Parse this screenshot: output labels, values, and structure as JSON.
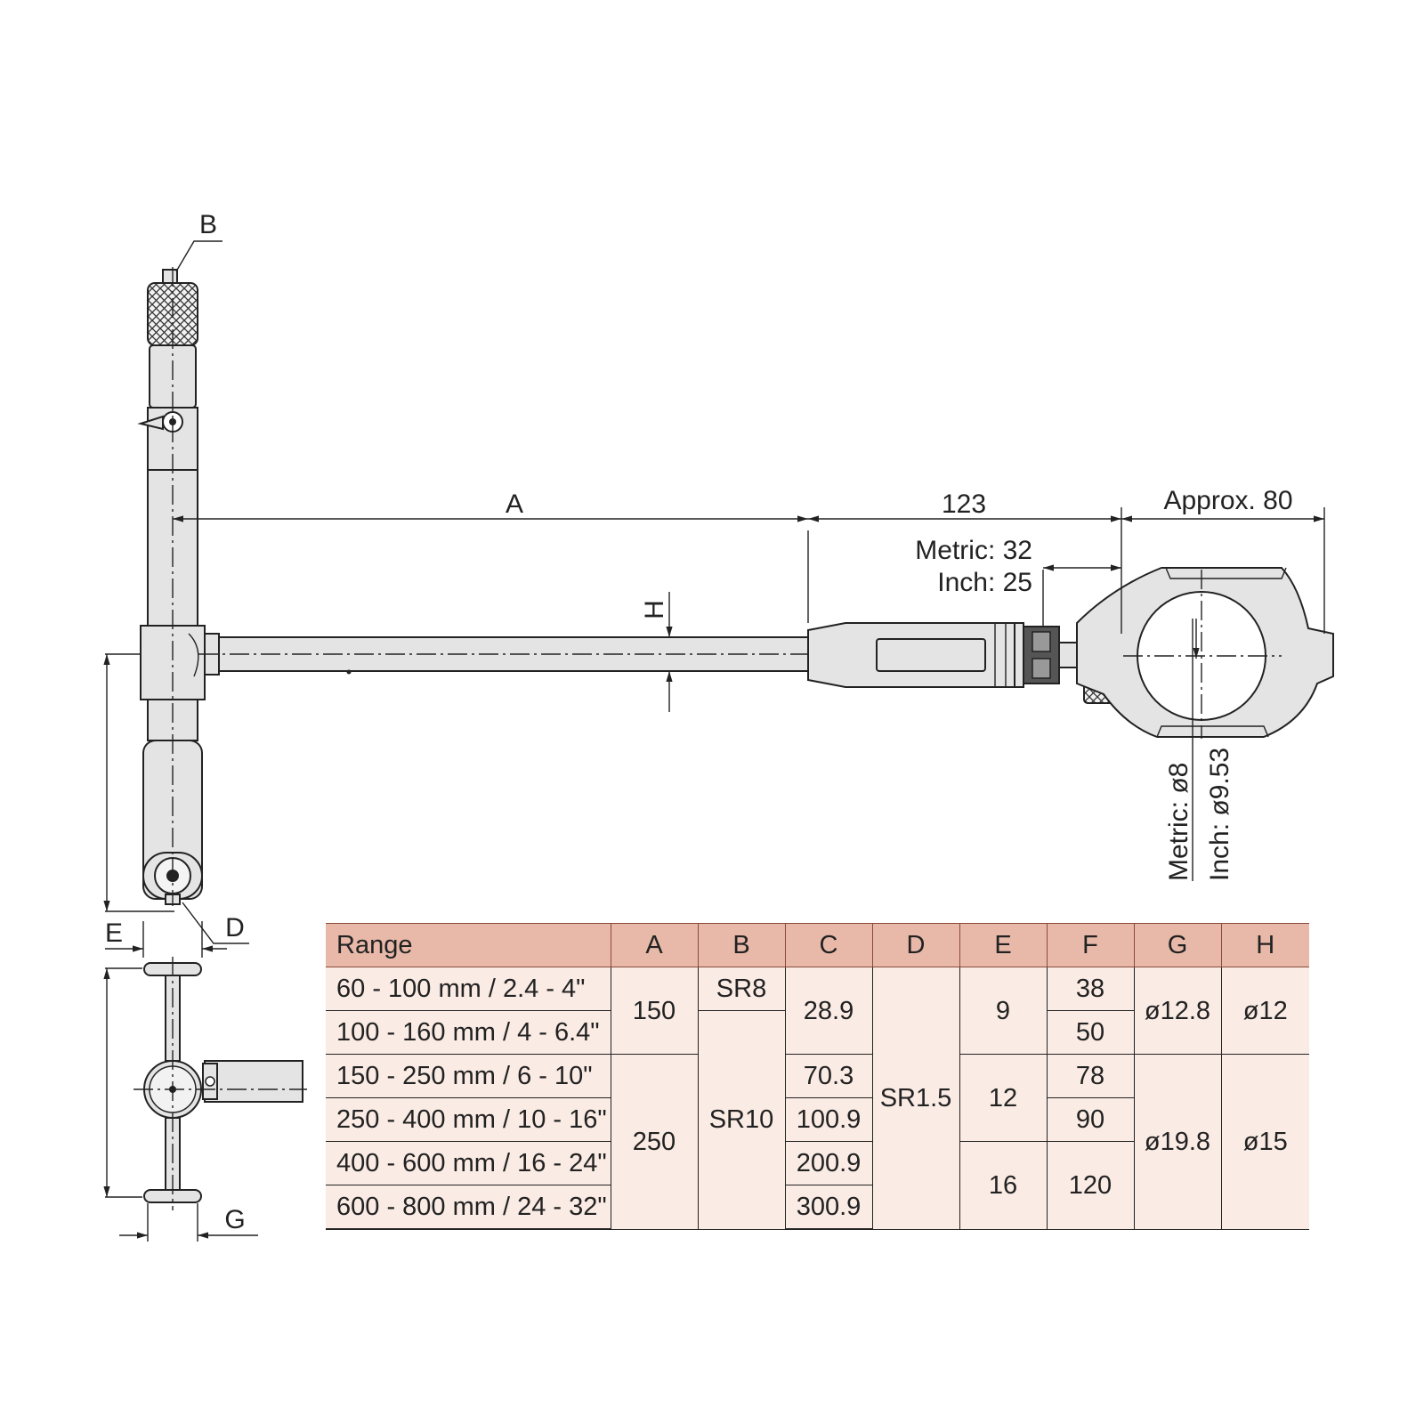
{
  "drawing": {
    "labels": {
      "A": "A",
      "B": "B",
      "D": "D",
      "E": "E",
      "G": "G",
      "H": "H",
      "dim_123": "123",
      "approx_80": "Approx. 80",
      "metric_32": "Metric: 32",
      "inch_25": "Inch: 25",
      "metric_dia8": "Metric: ø8",
      "inch_dia953": "Inch: ø9.53"
    }
  },
  "table": {
    "headers": [
      "Range",
      "A",
      "B",
      "C",
      "D",
      "E",
      "F",
      "G",
      "H"
    ],
    "range": [
      "60 - 100 mm / 2.4 - 4\"",
      "100 - 160 mm / 4 - 6.4\"",
      "150 - 250 mm / 6 - 10\"",
      "250 - 400 mm / 10 - 16\"",
      "400 - 600 mm / 16 - 24\"",
      "600 - 800 mm / 24 - 32\""
    ],
    "A": [
      "150",
      "250"
    ],
    "B": [
      "SR8",
      "SR10"
    ],
    "C": [
      "28.9",
      "70.3",
      "100.9",
      "200.9",
      "300.9"
    ],
    "D": [
      "SR1.5"
    ],
    "E": [
      "9",
      "12",
      "16"
    ],
    "F": [
      "38",
      "50",
      "78",
      "90",
      "120"
    ],
    "G": [
      "ø12.8",
      "ø19.8"
    ],
    "H": [
      "ø12",
      "ø15"
    ]
  }
}
